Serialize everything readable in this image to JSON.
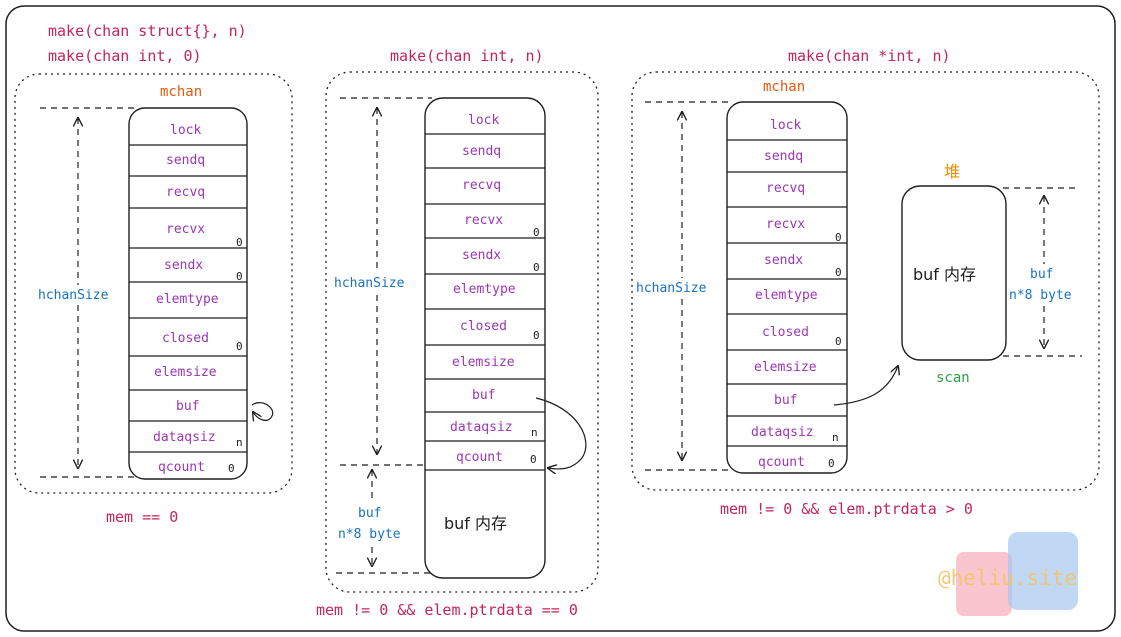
{
  "titles": {
    "left_line1": "make(chan struct{}, n)",
    "left_line2": "make(chan int, 0)",
    "middle": "make(chan int, n)",
    "right": "make(chan *int, n)"
  },
  "labels": {
    "mchan": "mchan",
    "hchan_size": "hchanSize",
    "buf": "buf",
    "buf_size": "n*8 byte",
    "buf_memory": "buf 内存",
    "heap": "堆",
    "scan": "scan"
  },
  "conditions": {
    "left": "mem == 0",
    "middle": "mem != 0 && elem.ptrdata == 0",
    "right": "mem != 0 && elem.ptrdata > 0"
  },
  "fields": [
    {
      "name": "lock",
      "value": ""
    },
    {
      "name": "sendq",
      "value": ""
    },
    {
      "name": "recvq",
      "value": ""
    },
    {
      "name": "recvx",
      "value": "0"
    },
    {
      "name": "sendx",
      "value": "0"
    },
    {
      "name": "elemtype",
      "value": ""
    },
    {
      "name": "closed",
      "value": "0"
    },
    {
      "name": "elemsize",
      "value": ""
    },
    {
      "name": "buf",
      "value": ""
    },
    {
      "name": "dataqsiz",
      "value": "n"
    },
    {
      "name": "qcount",
      "value": "0"
    }
  ],
  "watermark": "@heliu.site"
}
